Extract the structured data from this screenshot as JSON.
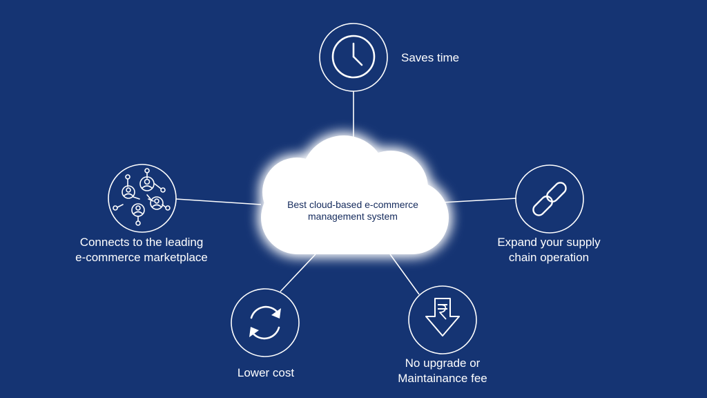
{
  "background_color": "#153473",
  "accent_color": "#ffffff",
  "center": {
    "line1": "Best cloud-based e-commerce",
    "line2": "management system",
    "text_color": "#142a5c"
  },
  "nodes": {
    "saves_time": {
      "label": "Saves time",
      "icon": "clock-icon"
    },
    "connects": {
      "line1": "Connects to the leading",
      "line2": "e-commerce marketplace",
      "icon": "network-people-icon"
    },
    "supply_chain": {
      "line1": "Expand your supply",
      "line2": "chain operation",
      "icon": "chain-link-icon"
    },
    "lower_cost": {
      "label": "Lower cost",
      "icon": "refresh-cycle-icon"
    },
    "no_fee": {
      "line1": "No upgrade or",
      "line2": "Maintainance fee",
      "icon": "rupee-down-arrow-icon"
    }
  }
}
